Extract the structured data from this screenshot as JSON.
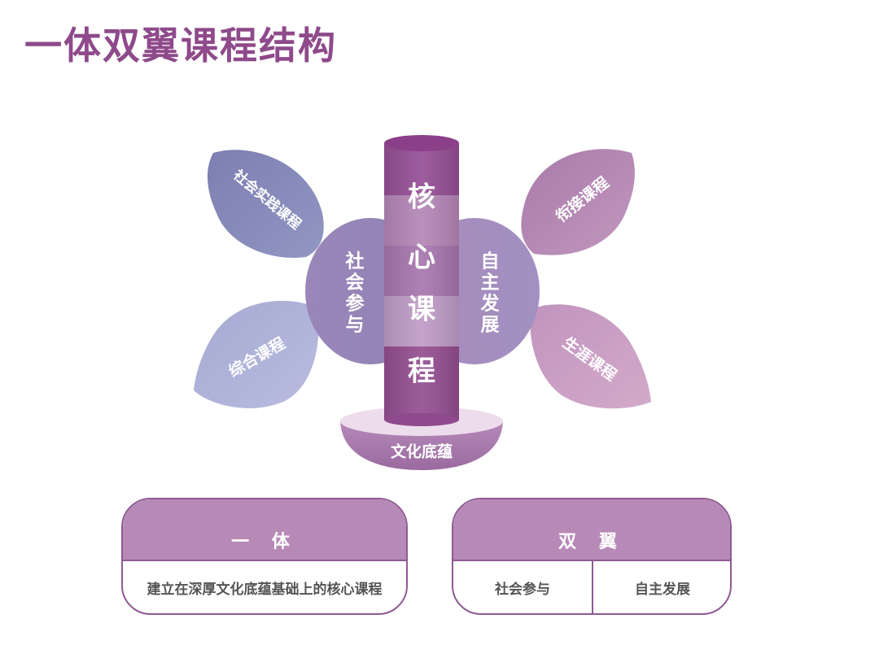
{
  "title": "一体双翼课程结构",
  "colors": {
    "title": "#8e4a8a",
    "accent": "#b789b7",
    "border": "#8e5a93",
    "left_leaf_top": "#7f81b2",
    "left_leaf_bottom": "#aeb0d6",
    "right_leaf_top": "#b184b0",
    "right_leaf_bottom": "#c9a0c2",
    "column_dark": "#8e4a8f",
    "column_light": "#c4a3cc"
  },
  "diagram": {
    "core_chars": [
      "核",
      "心",
      "课",
      "程"
    ],
    "base_label": "文化底蕴",
    "left_wing_label": "社会参与",
    "right_wing_label": "自主发展",
    "leaves": {
      "top_left": "社会实践课程",
      "bottom_left": "综合课程",
      "top_right": "衔接课程",
      "bottom_right": "生涯课程"
    }
  },
  "boxes": {
    "left": {
      "heading": "一 体",
      "text": "建立在深厚文化底蕴基础上的核心课程"
    },
    "right": {
      "heading": "双 翼",
      "cells": [
        "社会参与",
        "自主发展"
      ]
    }
  }
}
